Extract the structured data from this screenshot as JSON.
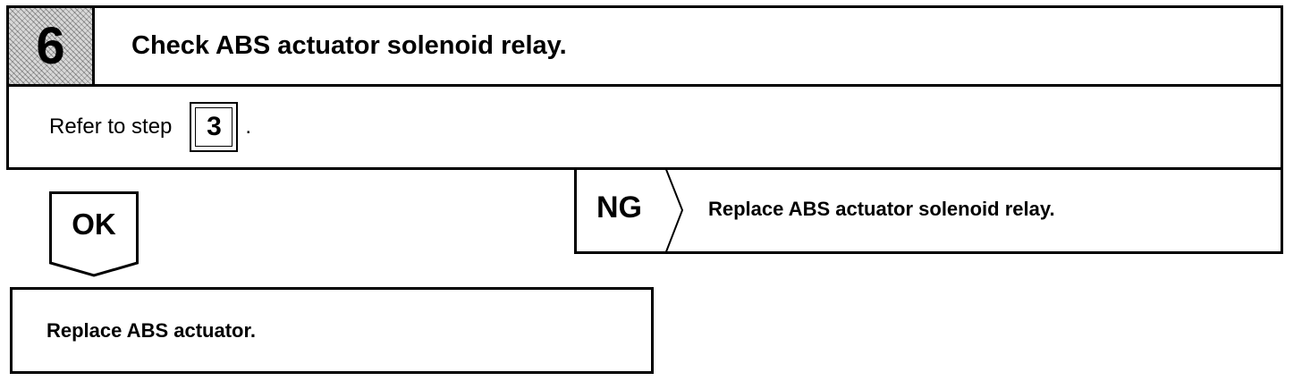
{
  "step": {
    "number": "6",
    "title": "Check ABS actuator solenoid relay.",
    "instruction_prefix": "Refer to step",
    "ref_step": "3",
    "instruction_suffix": "."
  },
  "ok_branch": {
    "label": "OK",
    "action": "Replace ABS actuator."
  },
  "ng_branch": {
    "label": "NG",
    "action": "Replace ABS actuator solenoid relay."
  }
}
